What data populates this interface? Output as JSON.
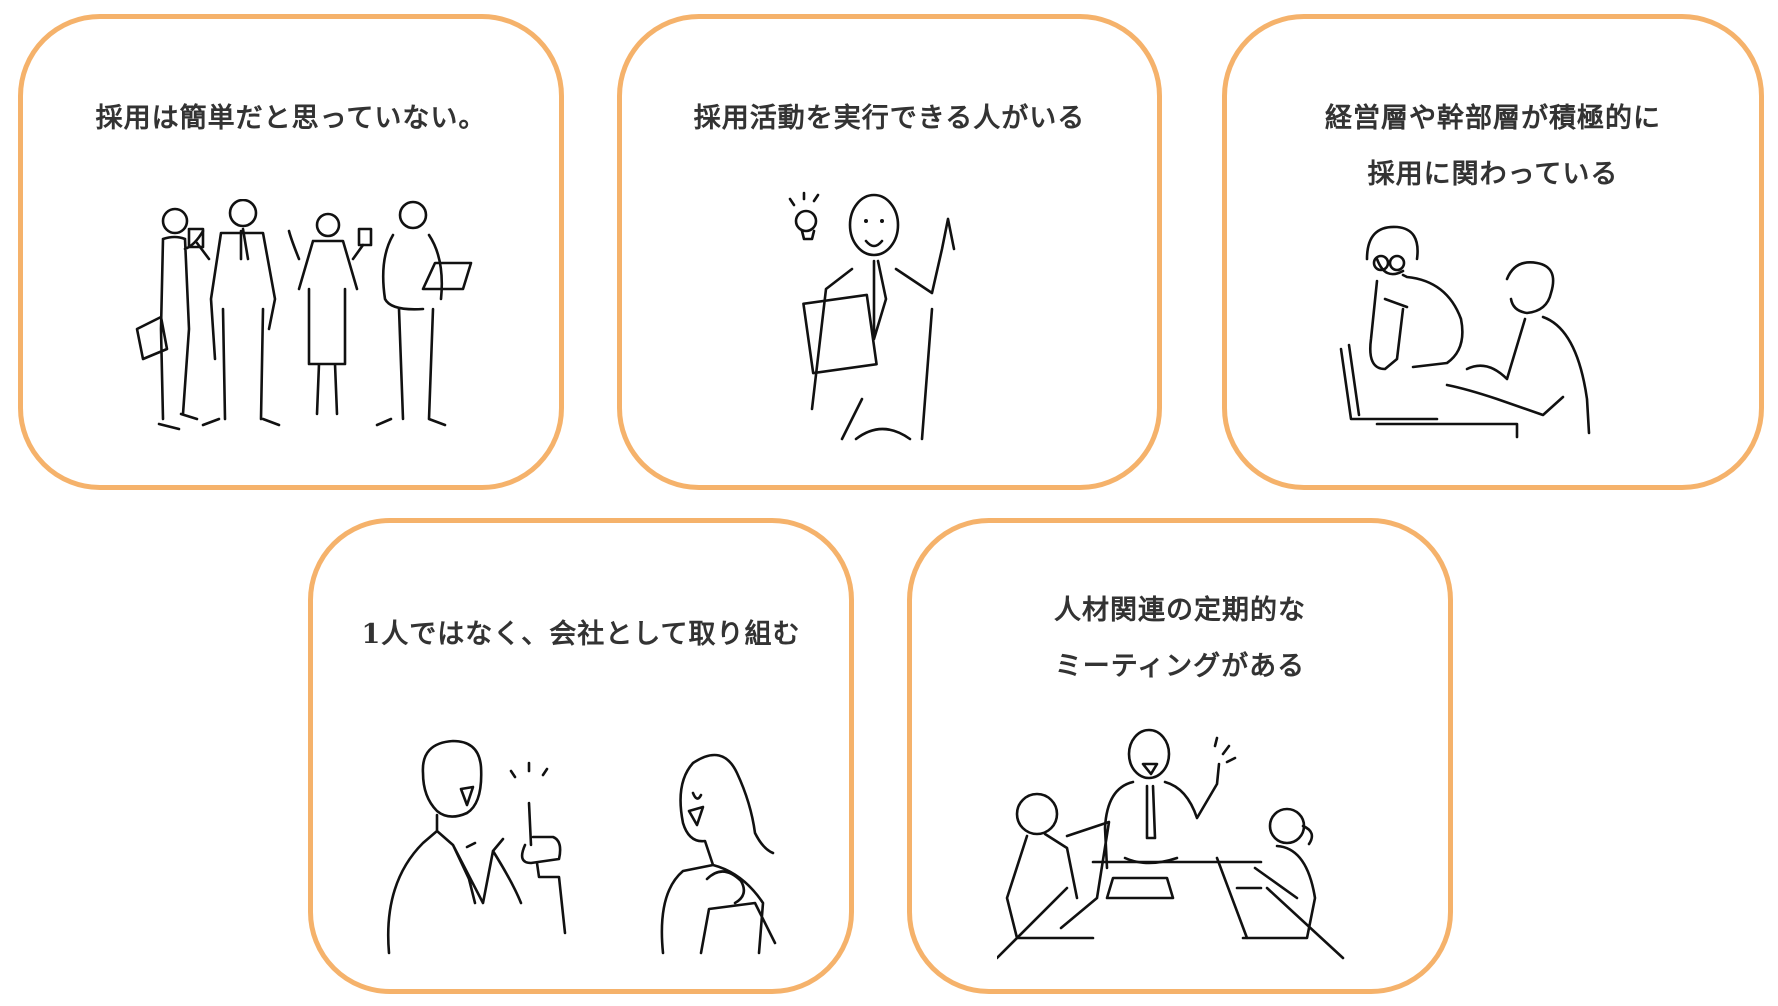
{
  "colors": {
    "border": "#F5B26B",
    "title_text": "#333333",
    "line_art": "#111111",
    "background": "#FFFFFF"
  },
  "cards": [
    {
      "title_lines": [
        "採用は簡単だと思っていない。"
      ],
      "illustration": "four-coworkers-standing-chatting"
    },
    {
      "title_lines": [
        "採用活動を実行できる人がいる"
      ],
      "illustration": "businessman-with-folder-idea-lightbulb"
    },
    {
      "title_lines": [
        "経営層や幹部層が積極的に",
        "採用に関わっている"
      ],
      "illustration": "two-men-at-laptop-discussing"
    },
    {
      "title_lines": [
        "1人ではなく、会社として取り組む"
      ],
      "illustration": "man-and-woman-agreeing"
    },
    {
      "title_lines": [
        "人材関連の定期的な",
        "ミーティングがある"
      ],
      "illustration": "team-meeting-at-table"
    }
  ]
}
